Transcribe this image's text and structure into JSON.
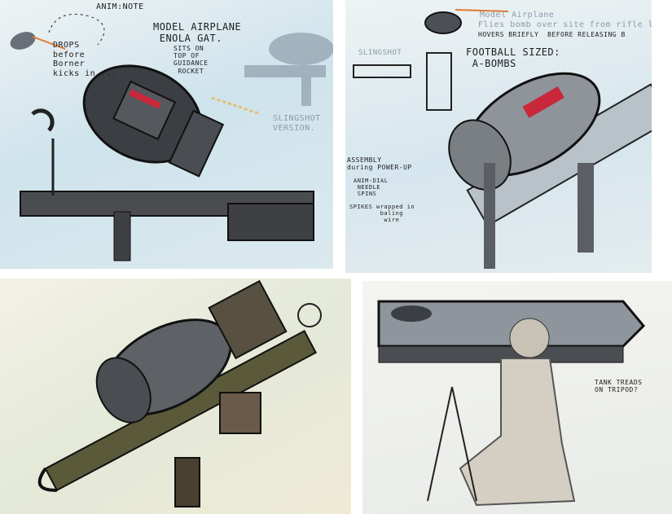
{
  "panels": [
    {
      "notes": {
        "anim": "ANIM:NOTE",
        "drops": "DROPS\nbefore\nBorner\nkicks in ...",
        "title": "MODEL AIRPLANE\n ENOLA GAT.",
        "sits": "SITS ON\nTOP OF\nGUIDANCE\n ROCKET",
        "slingshot": "SLINGSHOT\nVERSION."
      }
    },
    {
      "notes": {
        "model": "Model Airplane",
        "flies": "Flies bomb over site from rifle launc",
        "hovers": "HOVERS BRIEFLY  BEFORE RELEASING B",
        "slingshot": "SLINGSHOT",
        "football": "FOOTBALL SIZED:\n A-BOMBS",
        "assembly": "ASSEMBLY\nduring POWER-UP",
        "dial": "ANIM-DIAL\n NEEDLE\n SPINS",
        "spikes": "SPIKES wrapped in\n        baling\n         wire"
      }
    },
    {
      "notes": {}
    },
    {
      "notes": {
        "tank": "TANK TREADS\nON TRIPOD?"
      }
    }
  ],
  "colors": {
    "ink": "#1d1d1d",
    "metal": "#5b5f63",
    "red": "#c8283a",
    "olive": "#5a5a3a"
  }
}
